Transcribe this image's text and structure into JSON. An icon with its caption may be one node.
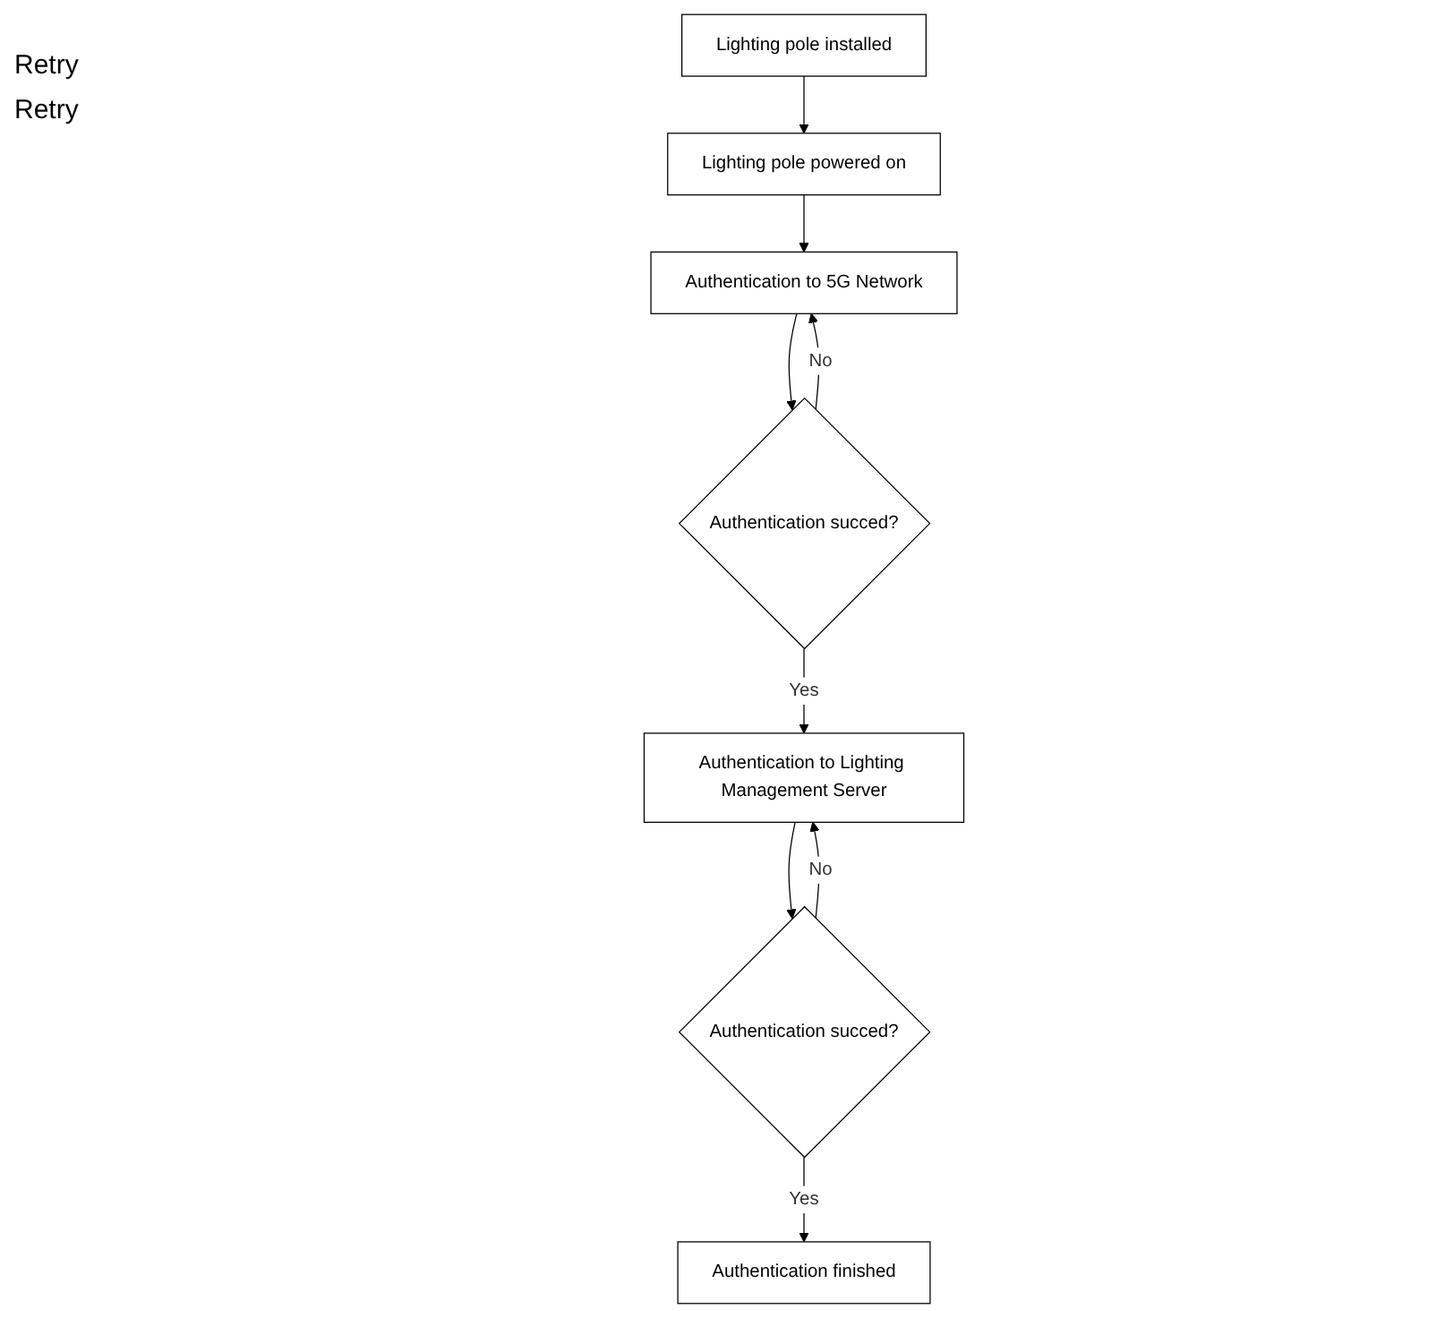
{
  "diagram": {
    "nodes": [
      {
        "text": [
          "Lighting pole installed"
        ]
      },
      {
        "text": [
          "Lighting pole powered on"
        ]
      },
      {
        "text": [
          "Authentication to 5G Network"
        ]
      },
      {
        "text": [
          "Authentication succed?"
        ]
      },
      {
        "text": [
          "Authentication to Lighting Management Server"
        ]
      },
      {
        "text": [
          "Authentication succed?"
        ]
      },
      {
        "text": [
          "Authentication finished"
        ]
      }
    ],
    "edges": [
      {
        "from": 0,
        "to": 1,
        "arrow": "to"
      },
      {
        "from": 1,
        "to": 2,
        "arrow": "to"
      },
      {
        "from": 2,
        "to": 3,
        "arrow": "to"
      },
      {
        "from": 3,
        "to": 2,
        "arrow": "to",
        "label": "No"
      },
      {
        "from": 3,
        "to": 4,
        "arrow": "to",
        "label": "Yes"
      },
      {
        "from": 4,
        "to": 5,
        "arrow": "to"
      },
      {
        "from": 5,
        "to": 4,
        "arrow": "to",
        "label": "No"
      },
      {
        "from": 5,
        "to": 6,
        "arrow": "to",
        "label": "Yes"
      }
    ],
    "labels": [
      "Retry",
      "Retry"
    ]
  }
}
